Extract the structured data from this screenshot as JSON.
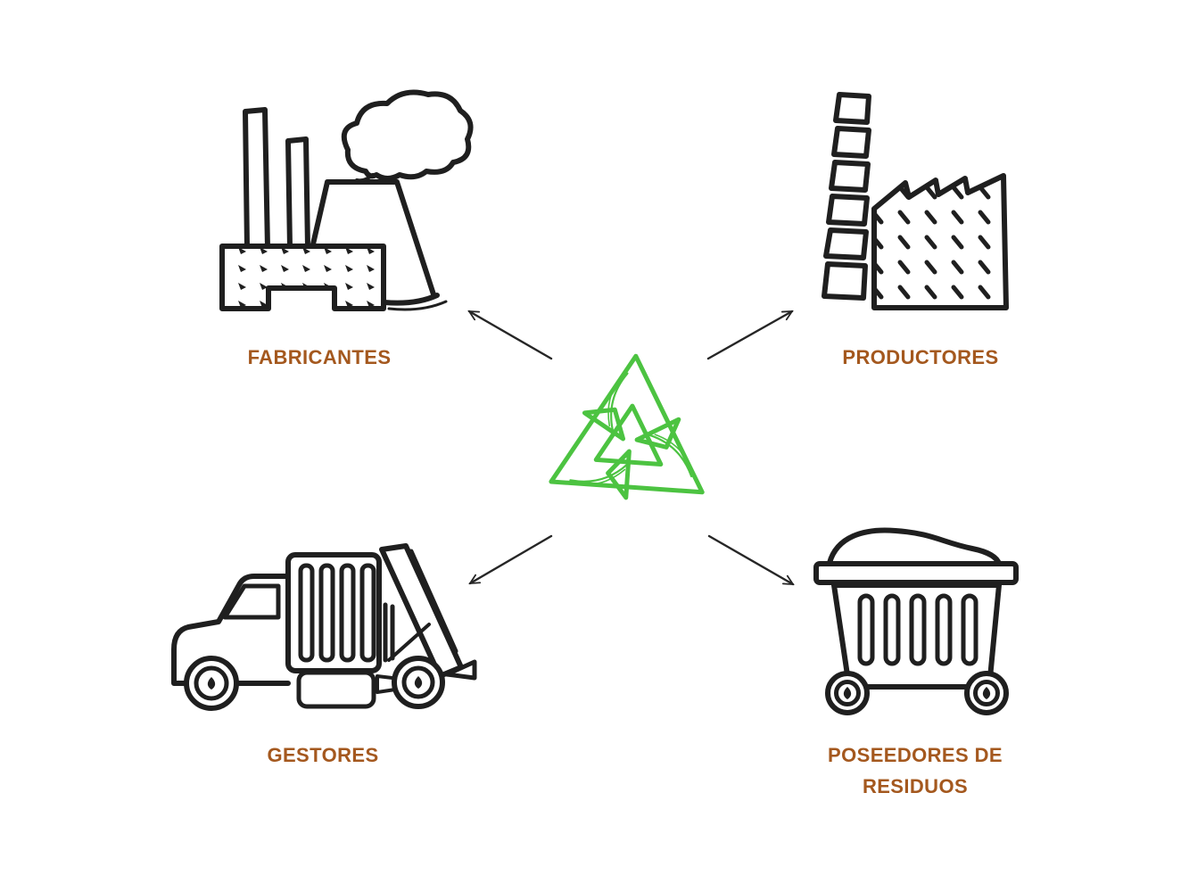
{
  "diagram": {
    "type": "radial-flow",
    "center_symbol": {
      "icon": "recycling-arrows-icon",
      "color": "#4cc341",
      "style": "hand-drawn outline, three chasing arrows"
    },
    "nodes": [
      {
        "label": "FABRICANTES",
        "icon": "factory-chimneys-icon",
        "position": "top-left"
      },
      {
        "label": "PRODUCTORES",
        "icon": "factory-sawtooth-icon",
        "position": "top-right"
      },
      {
        "label": "GESTORES",
        "icon": "garbage-truck-icon",
        "position": "bottom-left"
      },
      {
        "label": "POSEEDORES DE RESIDUOS",
        "icon": "waste-container-icon",
        "position": "bottom-right"
      }
    ],
    "arrows": {
      "count": 4,
      "direction": "outward from center to each node",
      "style": "thin line with open V arrowhead"
    },
    "colors": {
      "labels": "#a4581e",
      "linework": "#1f1f1f",
      "recycle_green": "#4cc341",
      "background": "#ffffff"
    }
  }
}
